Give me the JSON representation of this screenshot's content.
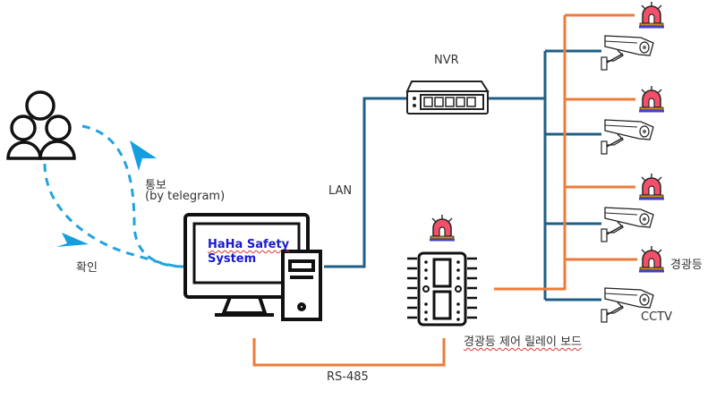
{
  "diagram": {
    "title": "HaHa Safety System architecture",
    "colors": {
      "lan_line": "#1f5f87",
      "rs485_line": "#ee7b3a",
      "telegram_dash": "#22a3dd",
      "beacon_red": "#f2506a",
      "beacon_base": "#c98b2a",
      "beacon_stripe": "#4040cc",
      "system_text": "#1a1acc"
    },
    "nodes": {
      "users": {
        "icon": "users-group-icon"
      },
      "system": {
        "label_line1": "HaHa Safety",
        "label_line2": "System",
        "icon": "desktop-computer-icon"
      },
      "nvr": {
        "label": "NVR",
        "icon": "network-switch-icon"
      },
      "relay_board": {
        "label": "경광등 제어 릴레이 보드",
        "icon": "relay-board-icon"
      },
      "beacon_label": "경광등",
      "cctv_label": "CCTV"
    },
    "edges": {
      "notify": {
        "label_line1": "통보",
        "label_line2": "(by telegram)"
      },
      "confirm": {
        "label": "확인"
      },
      "lan": {
        "label": "LAN"
      },
      "rs485": {
        "label": "RS-485"
      }
    },
    "devices": {
      "beacon_count": 4,
      "cctv_count": 4
    }
  }
}
